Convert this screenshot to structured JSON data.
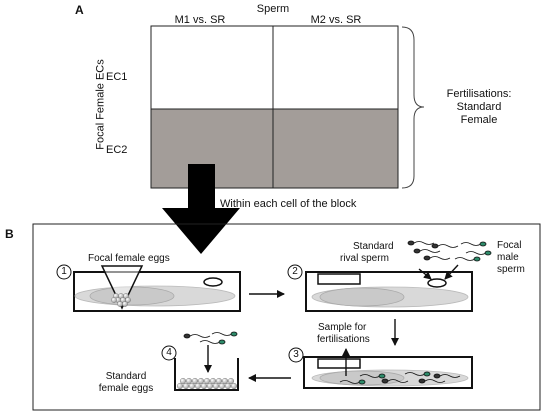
{
  "panel_a": {
    "label": "A",
    "column_group": "Sperm",
    "columns": [
      "M1 vs. SR",
      "M2 vs. SR"
    ],
    "row_group": "Focal Female ECs",
    "rows": [
      "EC1",
      "EC2"
    ],
    "bracket_label": [
      "Fertilisations:",
      "Standard",
      "Female"
    ],
    "colors": {
      "ec2_fill": "#a39d99",
      "ec1_fill": "#ffffff",
      "line": "#222222"
    }
  },
  "arrow_label": "Within each cell of the block",
  "panel_b": {
    "label": "B",
    "steps": [
      "1",
      "2",
      "3",
      "4"
    ],
    "labels": {
      "focal_female_eggs": "Focal female eggs",
      "standard_rival_sperm": [
        "Standard",
        "rival sperm"
      ],
      "focal_male_sperm": [
        "Focal",
        "male",
        "sperm"
      ],
      "sample_for_fertilisations": [
        "Sample for",
        "fertilisations"
      ],
      "standard_female_eggs": [
        "Standard",
        "female eggs"
      ]
    },
    "colors": {
      "sperm_head": "#2e8b6a",
      "dish_fill": "#d9d9d9",
      "egg": "#e6e6e6"
    }
  }
}
